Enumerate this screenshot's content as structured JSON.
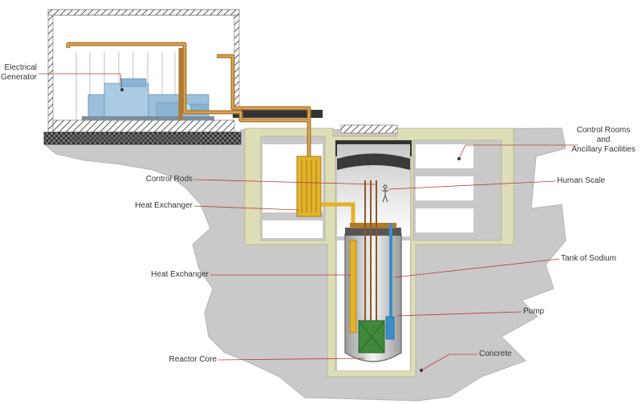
{
  "labels": {
    "electrical_generator_line1": "Electrical",
    "electrical_generator_line2": "Generator",
    "control_rods": "Control Rods",
    "heat_exchanger_upper": "Heat Exchanger",
    "heat_exchanger_lower": "Heat Exchanger",
    "reactor_core": "Reactor Core",
    "control_rooms_line1": "Control Rooms",
    "control_rooms_line2": "and",
    "control_rooms_line3": "Ancillary Facilities",
    "human_scale": "Human Scale",
    "tank_of_sodium": "Tank of Sodium",
    "pump": "Pump",
    "concrete": "Concrete"
  },
  "colors": {
    "ground": "#c9c9c9",
    "concrete_wall": "#ddddb8",
    "leader_line": "#b43c3c",
    "primary_loop": "#e2b22a",
    "secondary_loop": "#b07a2e",
    "coolant_blue": "#3a8fc8",
    "reactor_core": "#3f8a3a",
    "generator": "#9cc0dc",
    "dark_slab": "#333333"
  }
}
